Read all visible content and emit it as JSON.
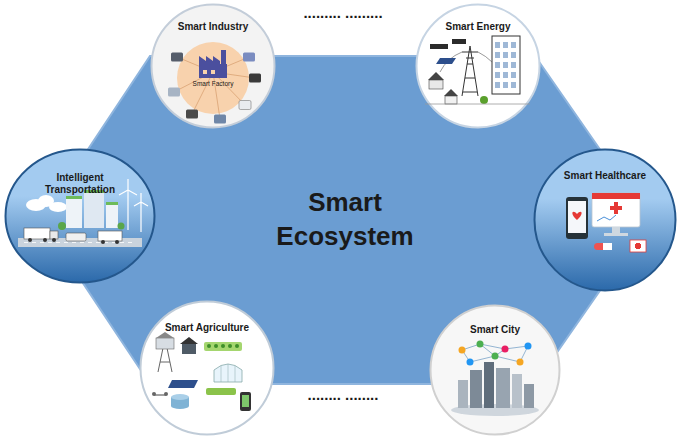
{
  "diagram": {
    "nodes": [
      {
        "text": [
          "Smart Industry"
        ]
      },
      {
        "text": [
          "Smart Energy"
        ]
      },
      {
        "text": [
          "Intelligent Transportation"
        ]
      },
      {
        "text": [
          "Smart Ecosystem"
        ]
      },
      {
        "text": [
          "Smart Healthcare"
        ]
      },
      {
        "text": [
          "Smart Agriculture"
        ]
      },
      {
        "text": [
          "Smart City"
        ]
      }
    ],
    "labels": [
      "......... .........",
      "Smart Factory",
      "........ ........"
    ]
  }
}
